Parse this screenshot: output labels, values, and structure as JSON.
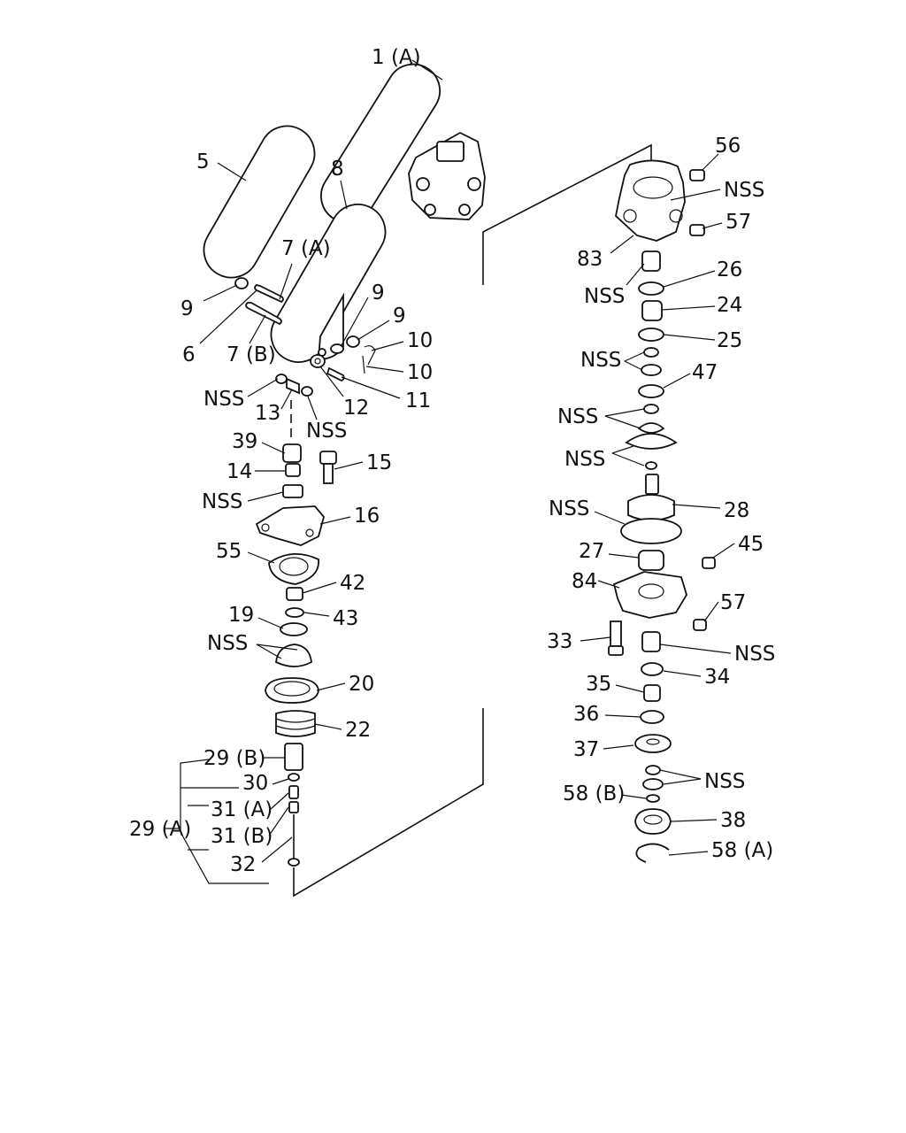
{
  "labels": {
    "l1a": "1 (A)",
    "l5": "5",
    "l8": "8",
    "l7a": "7 (A)",
    "l9a": "9",
    "l9b": "9",
    "l9c": "9",
    "l6": "6",
    "l7b": "7 (B)",
    "l10a": "10",
    "l10b": "10",
    "l11": "11",
    "l12": "12",
    "l13": "13",
    "nss1": "NSS",
    "nss2": "NSS",
    "l39": "39",
    "l14": "14",
    "l15": "15",
    "nss3": "NSS",
    "l16": "16",
    "l55": "55",
    "l42": "42",
    "l19": "19",
    "l43": "43",
    "nss4": "NSS",
    "l20": "20",
    "l22": "22",
    "l29b": "29 (B)",
    "l30": "30",
    "l31a": "31 (A)",
    "l29a": "29 (A)",
    "l31b": "31 (B)",
    "l32": "32",
    "l56": "56",
    "nss5": "NSS",
    "l57a": "57",
    "l83": "83",
    "l26": "26",
    "nss6": "NSS",
    "l24": "24",
    "l25": "25",
    "nss7": "NSS",
    "l47": "47",
    "nss8": "NSS",
    "nss9": "NSS",
    "nss10": "NSS",
    "l28": "28",
    "l27": "27",
    "l45": "45",
    "l84": "84",
    "l57b": "57",
    "l33": "33",
    "nss11": "NSS",
    "l35": "35",
    "l34": "34",
    "l36": "36",
    "l37": "37",
    "nss12": "NSS",
    "l58b": "58 (B)",
    "l38": "38",
    "l58a": "58 (A)"
  }
}
